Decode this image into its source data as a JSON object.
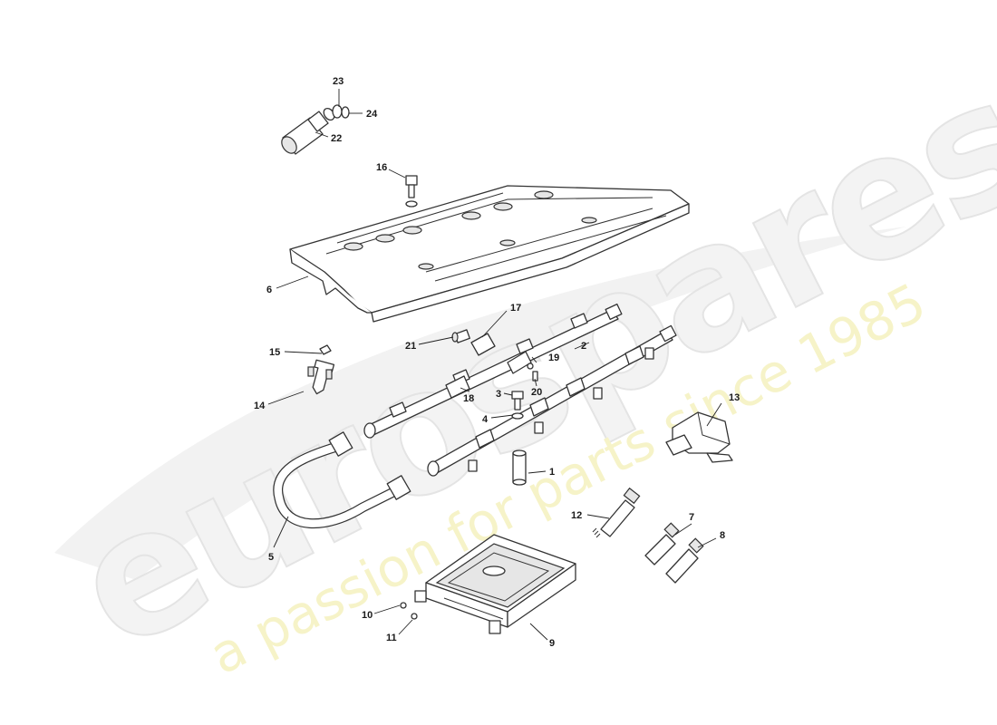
{
  "watermark": {
    "brand": "eurospares",
    "tagline": "a passion for parts since 1985"
  },
  "callouts": [
    {
      "id": "1",
      "label": "1"
    },
    {
      "id": "2",
      "label": "2"
    },
    {
      "id": "3",
      "label": "3"
    },
    {
      "id": "4",
      "label": "4"
    },
    {
      "id": "5",
      "label": "5"
    },
    {
      "id": "6",
      "label": "6"
    },
    {
      "id": "7",
      "label": "7"
    },
    {
      "id": "8",
      "label": "8"
    },
    {
      "id": "9",
      "label": "9"
    },
    {
      "id": "10",
      "label": "10"
    },
    {
      "id": "11",
      "label": "11"
    },
    {
      "id": "12",
      "label": "12"
    },
    {
      "id": "13",
      "label": "13"
    },
    {
      "id": "14",
      "label": "14"
    },
    {
      "id": "15",
      "label": "15"
    },
    {
      "id": "16",
      "label": "16"
    },
    {
      "id": "17",
      "label": "17"
    },
    {
      "id": "18",
      "label": "18"
    },
    {
      "id": "19",
      "label": "19"
    },
    {
      "id": "20",
      "label": "20"
    },
    {
      "id": "21",
      "label": "21"
    },
    {
      "id": "22",
      "label": "22"
    },
    {
      "id": "23",
      "label": "23"
    },
    {
      "id": "24",
      "label": "24"
    }
  ]
}
